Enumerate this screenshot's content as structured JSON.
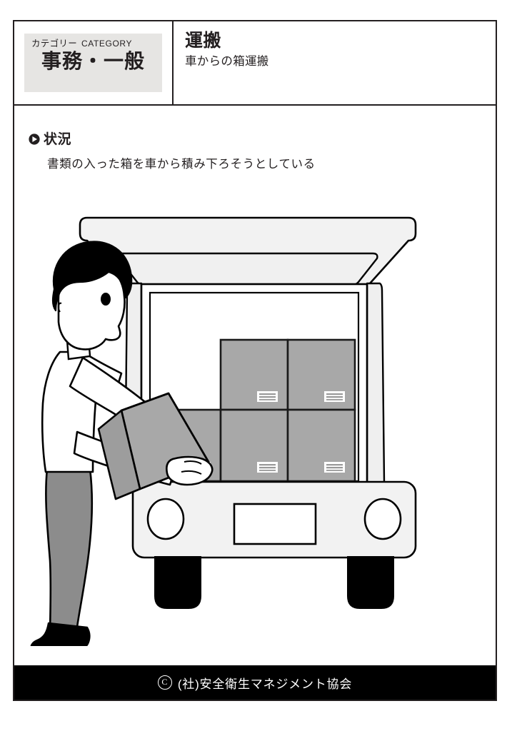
{
  "header": {
    "category_caption_jp": "カテゴリー",
    "category_caption_en": "CATEGORY",
    "category_name": "事務・一般",
    "title_main": "運搬",
    "title_sub": "車からの箱運搬"
  },
  "situation": {
    "heading": "状況",
    "heading_icon": "play-triangle-icon",
    "text": "書類の入った箱を車から積み下ろそうとしている"
  },
  "illustration": {
    "alt": "作業者が車の荷台から書類の入った箱を積み下ろしている図",
    "scene_name": "truck-unloading-illustration",
    "worker": {
      "hair_color": "#000000",
      "shirt_color": "#ffffff",
      "pants_color": "#8c8c8c",
      "shoe_color": "#000000",
      "skin_color": "#ffffff"
    },
    "vehicle": {
      "body_color": "#f2f2f2",
      "outline_color": "#000000",
      "tire_color": "#000000",
      "cargo_bay_color": "#ffffff",
      "lamp_color": "#ffffff",
      "plate_color": "#ffffff"
    },
    "boxes": {
      "fill_color": "#a8a8a8",
      "label_color": "#ffffff",
      "bottom_row_count": 3,
      "top_row_count": 2,
      "carried_count": 1
    }
  },
  "footer": {
    "copyright_symbol": "C",
    "text": "(社)安全衛生マネジメント協会"
  },
  "colors": {
    "ink": "#231f20",
    "category_bg": "#e6e5e3",
    "footer_bg": "#000000",
    "page_bg": "#ffffff"
  }
}
